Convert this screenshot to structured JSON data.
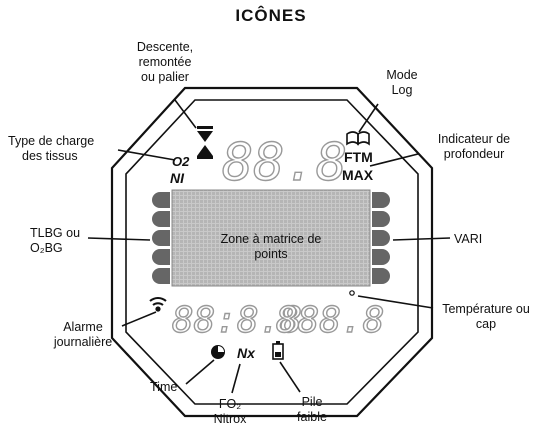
{
  "title": "ICÔNES",
  "labels": {
    "descente": [
      "Descente,",
      "remontée",
      "ou palier"
    ],
    "mode_log": [
      "Mode",
      "Log"
    ],
    "type_charge": [
      "Type de charge",
      "des tissus"
    ],
    "indicateur": [
      "Indicateur de",
      "profondeur"
    ],
    "tlbg": [
      "TLBG ou",
      "O₂BG"
    ],
    "vari": "VARI",
    "alarme": [
      "Alarme",
      "journalière"
    ],
    "temperature": [
      "Température ou",
      "cap"
    ],
    "time": "Time",
    "fo2": [
      "FO₂",
      "Nitrox"
    ],
    "pile": [
      "Pile",
      "faible"
    ]
  },
  "display": {
    "o2": "O2",
    "ni": "NI",
    "ftm": "FTM",
    "max": "MAX",
    "depth_digits": "88.8",
    "matrix_text": [
      "Zone à matrice de",
      "points"
    ],
    "left_digits": "88:8.8",
    "right_digits": "888.8",
    "nx": "Nx"
  }
}
